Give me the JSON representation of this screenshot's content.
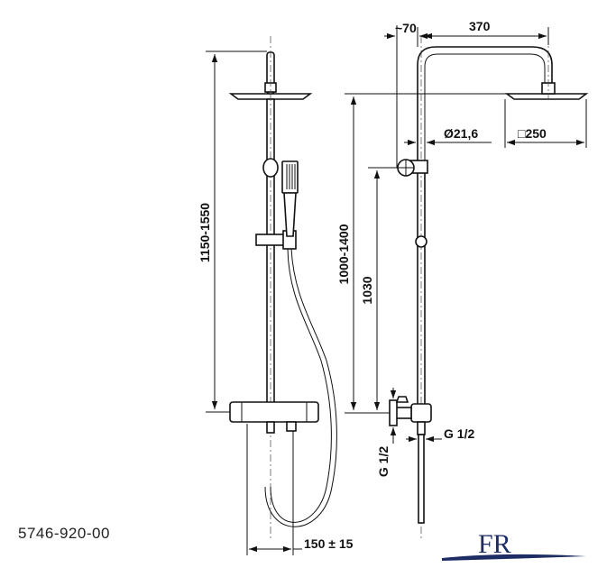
{
  "product_code": "5746-920-00",
  "dimensions": {
    "height_adjust_total": "1150-1550",
    "height_adjust_head": "1000-1400",
    "valve_height": "1030",
    "arm_offset": "~70",
    "arm_reach": "370",
    "pipe_diameter": "Ø21,6",
    "head_size": "□250",
    "thread_side": "G 1/2",
    "thread_bottom": "G 1/2",
    "connection_spacing": "150 ± 15"
  },
  "logo": {
    "text": "FR"
  }
}
